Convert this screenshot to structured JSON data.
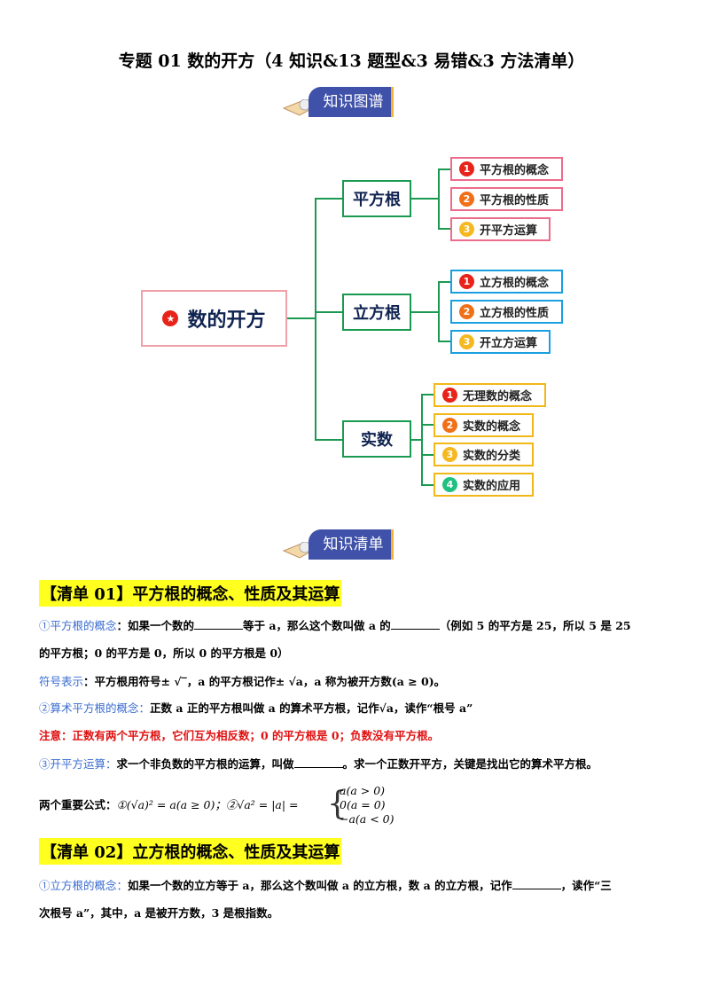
{
  "title": "专题 01  数的开方（4 知识&13 题型&3 易错&3 方法清单）",
  "banners": {
    "map": "知识图谱",
    "list": "知识清单"
  },
  "mindmap": {
    "root": "数的开方",
    "branches": [
      {
        "label": "平方根",
        "items": [
          {
            "n": "1",
            "t": "平方根的概念"
          },
          {
            "n": "2",
            "t": "平方根的性质"
          },
          {
            "n": "3",
            "t": "开平方运算"
          }
        ]
      },
      {
        "label": "立方根",
        "items": [
          {
            "n": "1",
            "t": "立方根的概念"
          },
          {
            "n": "2",
            "t": "立方根的性质"
          },
          {
            "n": "3",
            "t": "开立方运算"
          }
        ]
      },
      {
        "label": "实数",
        "items": [
          {
            "n": "1",
            "t": "无理数的概念"
          },
          {
            "n": "2",
            "t": "实数的概念"
          },
          {
            "n": "3",
            "t": "实数的分类"
          },
          {
            "n": "4",
            "t": "实数的应用"
          }
        ]
      }
    ]
  },
  "s1": {
    "heading": "【清单 01】平方根的概念、性质及其运算",
    "l1_label": "①平方根的概念",
    "l1_a": "：如果一个数的",
    "l1_b": "等于 a，那么这个数叫做 a 的",
    "l1_c": "（例如 5 的平方是 25，所以 5 是 25",
    "l2": "的平方根；0 的平方是 0，所以 0 的平方根是 0）",
    "l3_label": "符号表示",
    "l3": "：平方根用符号± √‾，a 的平方根记作± √a，a 称为被开方数(a ≥ 0)。",
    "l4_label": "②算术平方根的概念：",
    "l4": "正数 a 正的平方根叫做 a 的算术平方根，记作√a，读作“根号 a”",
    "l5": "注意：正数有两个平方根，它们互为相反数；0 的平方根是 0；负数没有平方根。",
    "l6_label": "③开平方运算：",
    "l6_a": "求一个非负数的平方根的运算，叫做",
    "l6_b": "。求一个正数开平方，关键是找出它的算术平方根。",
    "f_label": "两个重要公式：",
    "f1": "①(√a)² = a(a ≥ 0)；②√a² = |a| =",
    "cases": [
      "a(a > 0)",
      "0(a = 0)",
      "−a(a < 0)"
    ]
  },
  "s2": {
    "heading": "【清单 02】立方根的概念、性质及其运算",
    "l1_label": "①立方根的概念：",
    "l1_a": "如果一个数的立方等于 a，那么这个数叫做 a 的立方根，数 a 的立方根，记作",
    "l1_b": "，读作“三",
    "l2": "次根号 a”，其中，a 是被开方数，3 是根指数。"
  },
  "colors": {
    "n1": "#e8231a",
    "n2": "#f07018",
    "n3": "#f5b820",
    "n4": "#20c080"
  }
}
